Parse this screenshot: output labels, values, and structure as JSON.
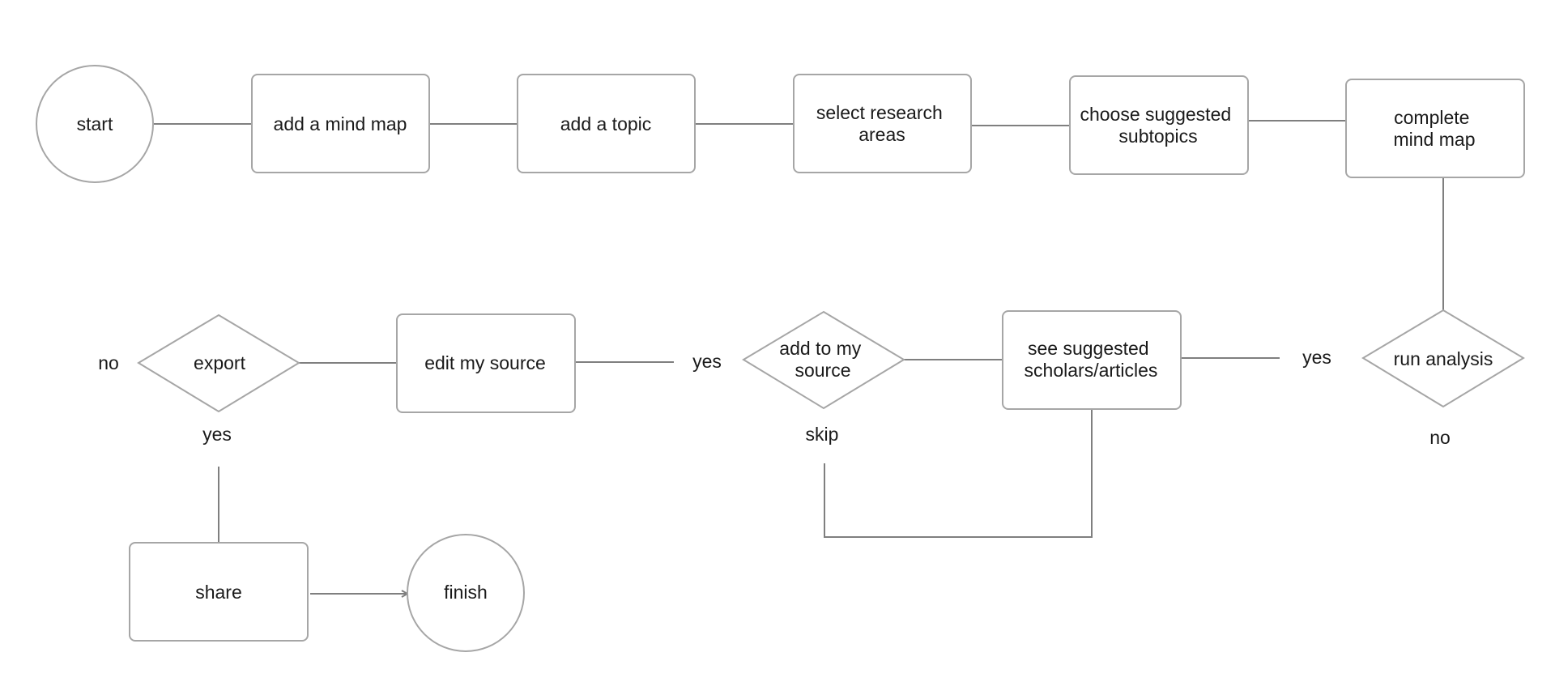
{
  "diagram": {
    "nodes": {
      "start": {
        "lines": [
          "start"
        ]
      },
      "add_mind_map": {
        "lines": [
          "add a mind map"
        ]
      },
      "add_topic": {
        "lines": [
          "add a topic"
        ]
      },
      "select_research_areas": {
        "lines": [
          "select research",
          "areas"
        ]
      },
      "choose_suggested_subtopics": {
        "lines": [
          "choose suggested",
          "subtopics"
        ]
      },
      "complete_mind_map": {
        "lines": [
          "complete",
          "mind map"
        ]
      },
      "run_analysis": {
        "lines": [
          "run analysis"
        ]
      },
      "see_suggested_scholars": {
        "lines": [
          "see suggested",
          "scholars/articles"
        ]
      },
      "add_to_my_source": {
        "lines": [
          "add to my",
          "source"
        ]
      },
      "edit_my_source": {
        "lines": [
          "edit my source"
        ]
      },
      "export": {
        "lines": [
          "export"
        ]
      },
      "share": {
        "lines": [
          "share"
        ]
      },
      "finish": {
        "lines": [
          "finish"
        ]
      }
    },
    "edge_labels": {
      "run_analysis_yes": "yes",
      "run_analysis_no": "no",
      "add_to_source_yes": "yes",
      "add_to_source_skip": "skip",
      "export_no": "no",
      "export_yes": "yes"
    }
  },
  "colors": {
    "node_border": "#a6a6a6",
    "connector": "#7f7f7f",
    "text": "#1a1a1a",
    "background": "#ffffff"
  }
}
